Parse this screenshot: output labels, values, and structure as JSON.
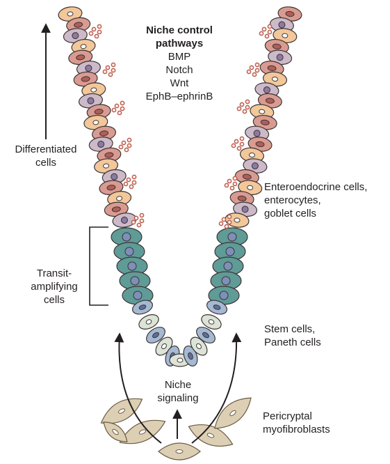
{
  "title": {
    "heading_line1": "Niche control",
    "heading_line2": "pathways",
    "pathways": [
      "BMP",
      "Notch",
      "Wnt",
      "EphB–ephrinB"
    ]
  },
  "labels": {
    "differentiated": [
      "Differentiated",
      "cells"
    ],
    "transit": [
      "Transit-",
      "amplifying",
      "cells"
    ],
    "enteroendocrine": [
      "Enteroendocrine cells,",
      "enterocytes,",
      "goblet cells"
    ],
    "stem": [
      "Stem cells,",
      "Paneth cells"
    ],
    "niche_signaling": [
      "Niche",
      "signaling"
    ],
    "pericryptal": [
      "Pericryptal",
      "myofibroblasts"
    ]
  },
  "colors": {
    "paneth_fill": "#f2c79a",
    "enterocyte_fill": "#d99b91",
    "goblet_fill": "#cdbac8",
    "transit_fill": "#5f9b97",
    "stem_fill": "#a5b9d3",
    "paneth_niche_fill": "#dbe4d6",
    "myofibroblast_fill": "#dccfb3",
    "secretory_granule": "#c0604f",
    "arrow": "#231f20"
  },
  "icons": {
    "differentiation_arrow": "up-arrow-icon",
    "niche_arrows": "curved-arrow-icon",
    "transit_bracket": "bracket-icon"
  }
}
